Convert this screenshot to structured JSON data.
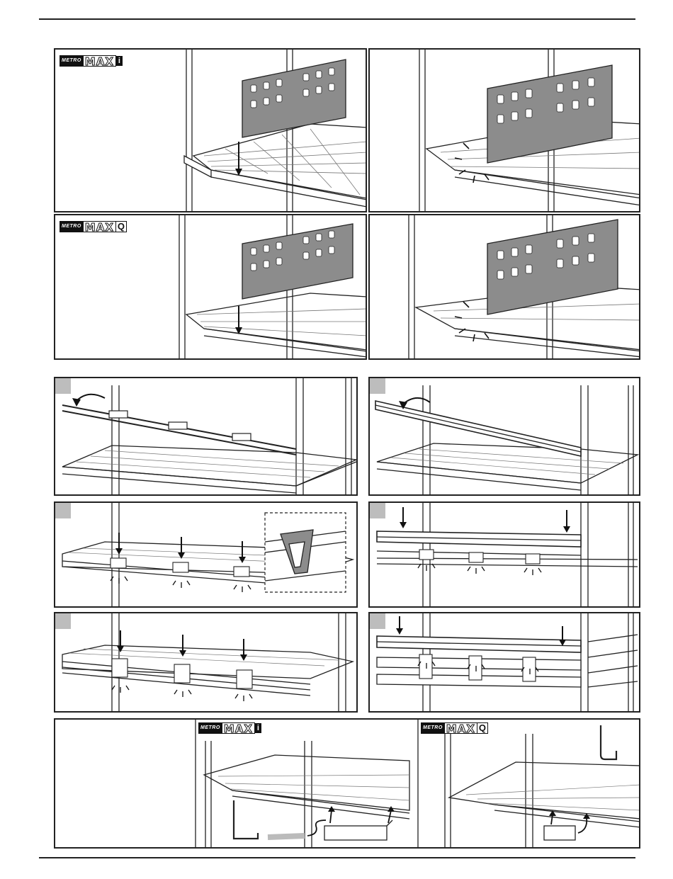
{
  "brand": {
    "metro_label": "METRO",
    "max_label": "MAX",
    "suffix_i": "i",
    "suffix_q": "Q"
  },
  "colors": {
    "line": "#222222",
    "divider_fill": "#8c8c8c",
    "step_tag": "#bdbdbd"
  },
  "icons": [
    "down-arrow-icon",
    "curved-arrow-icon",
    "snap-burst-icon",
    "s-hook-icon"
  ],
  "steps": {
    "assembly_steps_shown": 6
  }
}
